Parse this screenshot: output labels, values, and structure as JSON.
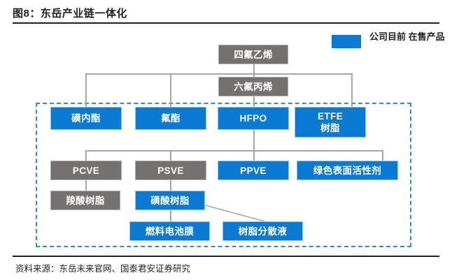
{
  "header": {
    "title": "图8：东岳产业链一体化"
  },
  "legend": {
    "swatch_color": "#0a7ad3",
    "label": "公司目前\n在售产品"
  },
  "footer": {
    "source": "资料来源：东岳未来官网、国泰君安证券研究"
  },
  "colors": {
    "blue": "#0a7ad3",
    "gray": "#767171",
    "dashed_border": "#2e8bd8",
    "connector": "#a6a6a6",
    "rule": "#231f20"
  },
  "diagram": {
    "nodes": [
      {
        "id": "tfe",
        "label": "四氟乙烯",
        "type": "gray",
        "row": 1
      },
      {
        "id": "hfp",
        "label": "六氟丙烯",
        "type": "gray",
        "row": 2
      },
      {
        "id": "sultone",
        "label": "磺内酯",
        "type": "blue",
        "row": 3
      },
      {
        "id": "fluoroester",
        "label": "氟酯",
        "type": "blue",
        "row": 3
      },
      {
        "id": "hfpo",
        "label": "HFPO",
        "type": "blue",
        "row": 3
      },
      {
        "id": "etfe-resin",
        "label": "ETFE\n树脂",
        "type": "blue",
        "row": 3
      },
      {
        "id": "pcve",
        "label": "PCVE",
        "type": "gray",
        "row": 4
      },
      {
        "id": "psve",
        "label": "PSVE",
        "type": "gray",
        "row": 4
      },
      {
        "id": "ppve",
        "label": "PPVE",
        "type": "blue",
        "row": 4
      },
      {
        "id": "green-surf",
        "label": "绿色表面活性剂",
        "type": "blue",
        "row": 4
      },
      {
        "id": "carboxyl-resin",
        "label": "羧酸树脂",
        "type": "gray",
        "row": 5
      },
      {
        "id": "sulfonic-resin",
        "label": "磺酸树脂",
        "type": "blue",
        "row": 5
      },
      {
        "id": "fuelcell-film",
        "label": "燃料电池膜",
        "type": "blue",
        "row": 6
      },
      {
        "id": "resin-disp",
        "label": "树脂分散液",
        "type": "blue",
        "row": 6
      }
    ]
  }
}
